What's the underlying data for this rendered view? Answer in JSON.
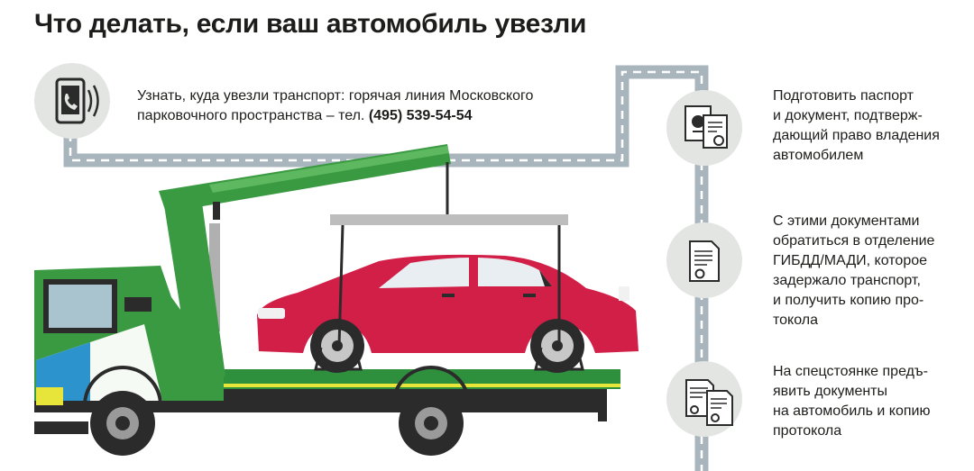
{
  "title": "Что делать, если ваш автомобиль увезли",
  "steps": [
    {
      "icon": "phone-icon",
      "lines": [
        "Узнать, куда увезли транспорт: горячая линия Московского",
        "парковочного пространства – тел."
      ],
      "phone": "(495) 539-54-54"
    },
    {
      "icon": "passport-document-icon",
      "lines": [
        "Подготовить паспорт",
        "и документ, подтверж-",
        "дающий право владения",
        "автомобилем"
      ]
    },
    {
      "icon": "document-icon",
      "lines": [
        "С этими документами",
        "обратиться в отделение",
        "ГИБДД/МАДИ, которое",
        "задержало транспорт,",
        "и получить копию про-",
        "токола"
      ]
    },
    {
      "icon": "two-documents-icon",
      "lines": [
        "На спецстоянке предъ-",
        "явить документы",
        "на автомобиль и копию",
        "протокола"
      ]
    }
  ],
  "colors": {
    "road": "#a9b5bd",
    "road_dash": "#ffffff",
    "icon_circle": "#e3e5e3",
    "truck_green": "#3a9a42",
    "truck_blue": "#2d93cc",
    "car_red": "#d11f48",
    "accent_yellow": "#e8e53a",
    "text": "#1d1d1b"
  }
}
